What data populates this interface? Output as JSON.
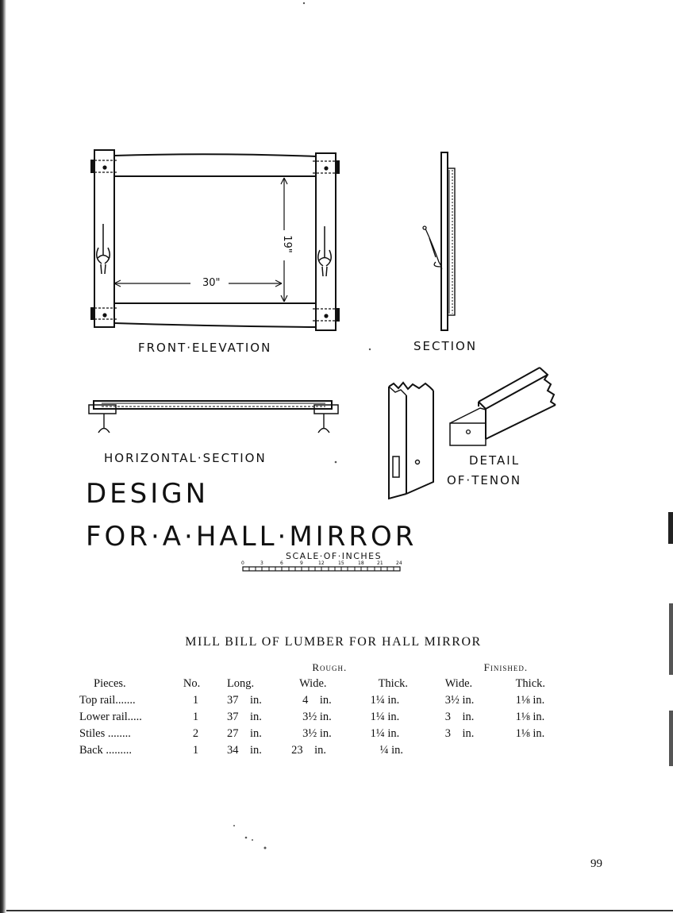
{
  "drawing": {
    "front_elevation_label": "FRONT·ELEVATION",
    "section_label": "SECTION",
    "horizontal_section_label": "HORIZONTAL·SECTION",
    "detail_label_line1": "DETAIL",
    "detail_label_line2": "OF·TENON",
    "dim_width": "30\"",
    "dim_height": "19\"",
    "design_line1": "DESIGN",
    "design_line2": "FOR·A·HALL·MIRROR",
    "scale_label": "SCALE·OF·INCHES",
    "scale_ticks": [
      "0",
      "3",
      "6",
      "9",
      "12",
      "15",
      "18",
      "21",
      "24"
    ]
  },
  "bill": {
    "title": "MILL BILL OF LUMBER FOR HALL MIRROR",
    "group_rough": "Rough.",
    "group_finished": "Finished.",
    "headers": [
      "Pieces.",
      "No.",
      "Long.",
      "Wide.",
      "Thick.",
      "Wide.",
      "Thick."
    ],
    "rows": [
      [
        "Top rail.......",
        "1",
        "37    in.",
        "4    in.",
        "1¼ in.",
        "3½ in.",
        "1⅛ in."
      ],
      [
        "Lower rail.....",
        "1",
        "37    in.",
        "3½ in.",
        "1¼ in.",
        "3    in.",
        "1⅛ in."
      ],
      [
        "Stiles ........",
        "2",
        "27    in.",
        "3½ in.",
        "1¼ in.",
        "3    in.",
        "1⅛ in."
      ],
      [
        "Back .........",
        "1",
        "34    in.",
        "23    in.",
        "¼ in.",
        "",
        ""
      ]
    ]
  },
  "page_number": "99"
}
